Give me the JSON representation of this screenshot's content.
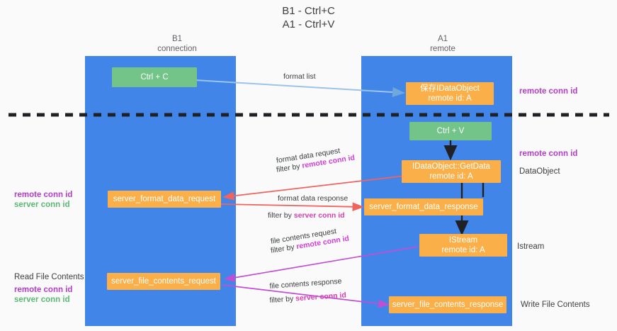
{
  "title": {
    "line1": "B1 - Ctrl+C",
    "line2": "A1 - Ctrl+V"
  },
  "lanes": [
    {
      "id": "b1",
      "name": "B1",
      "sub": "connection"
    },
    {
      "id": "a1",
      "name": "A1",
      "sub": "remote"
    }
  ],
  "colors": {
    "lane": "#4285e8",
    "node_green": "#72c489",
    "node_orange": "#fbaf48",
    "key_remote": "#b23fc6",
    "key_server": "#5cb874",
    "arrow_blue": "#9cc3ea",
    "arrow_red": "#f0635e",
    "arrow_purple": "#c14fd4",
    "arrow_black": "#202124",
    "divider": "#202124",
    "background": "#fafafa"
  },
  "nodes": {
    "ctrl_c": {
      "label": "Ctrl + C"
    },
    "save_idataobject": {
      "line1": "保存IDataObject",
      "line2": "remote id: A"
    },
    "ctrl_v": {
      "label": "Ctrl + V"
    },
    "getdata": {
      "line1": "IDataObject::GetData",
      "line2": "remote id: A"
    },
    "format_data_request": {
      "label": "server_format_data_request"
    },
    "format_data_response": {
      "label": "server_format_data_response"
    },
    "istream": {
      "line1": "IStream",
      "line2": "remote id: A"
    },
    "file_contents_request": {
      "label": "server_file_contents_request"
    },
    "file_contents_response": {
      "label": "server_file_contents_response"
    }
  },
  "edges": [
    {
      "id": "format-list",
      "label": "format list",
      "filter_prefix": "",
      "filter_key": ""
    },
    {
      "id": "format-data-request",
      "label": "format data request",
      "filter_prefix": "filter by ",
      "filter_key": "remote conn id"
    },
    {
      "id": "format-data-response",
      "label": "format data response",
      "filter_prefix": "filter by ",
      "filter_key": "server conn id"
    },
    {
      "id": "file-contents-request",
      "label": "file contents request",
      "filter_prefix": "filter by ",
      "filter_key": "remote conn id"
    },
    {
      "id": "file-contents-response",
      "label": "file contents response",
      "filter_prefix": "filter by ",
      "filter_key": "server conn id"
    }
  ],
  "right_labels": [
    {
      "id": "remote-conn-id-top",
      "text": "remote conn id",
      "style": "purple"
    },
    {
      "id": "remote-conn-id-mid",
      "text": "remote conn id",
      "style": "purple"
    },
    {
      "id": "dataobject",
      "text": "DataObject",
      "style": "plain"
    },
    {
      "id": "istream",
      "text": "Istream",
      "style": "plain"
    },
    {
      "id": "write-file-contents",
      "text": "Write File Contents",
      "style": "plain"
    }
  ],
  "left_labels": [
    {
      "id": "remote-conn-id-left-1",
      "text": "remote conn id",
      "style": "purple"
    },
    {
      "id": "server-conn-id-left-1",
      "text": "server conn id",
      "style": "green"
    },
    {
      "id": "read-file-contents",
      "text": "Read File Contents",
      "style": "plain"
    },
    {
      "id": "remote-conn-id-left-2",
      "text": "remote conn id",
      "style": "purple"
    },
    {
      "id": "server-conn-id-left-2",
      "text": "server conn id",
      "style": "green"
    }
  ]
}
